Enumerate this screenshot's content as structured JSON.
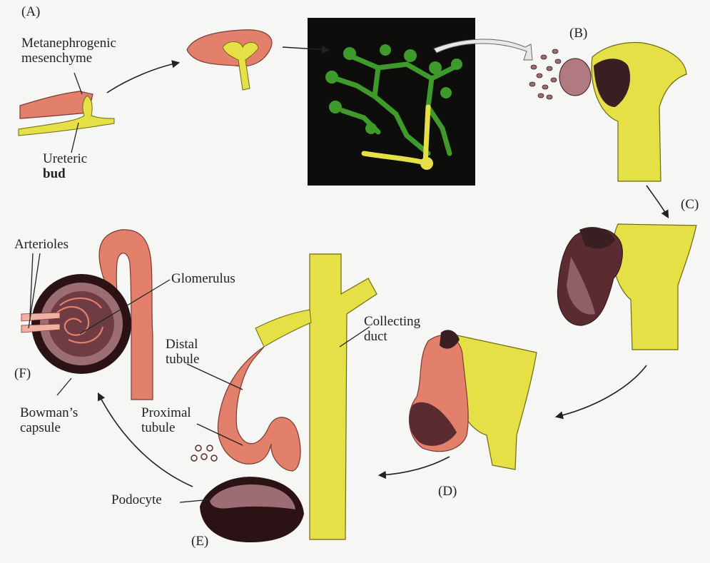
{
  "panels": {
    "a": "(A)",
    "b": "(B)",
    "c": "(C)",
    "d": "(D)",
    "e": "(E)",
    "f": "(F)"
  },
  "labels": {
    "metanephrogenic_1": "Metanephrogenic",
    "metanephrogenic_2": "mesenchyme",
    "ureteric_1": "Ureteric",
    "ureteric_2": "bud",
    "arterioles": "Arterioles",
    "glomerulus": "Glomerulus",
    "distal_1": "Distal",
    "distal_2": "tubule",
    "proximal_1": "Proximal",
    "proximal_2": "tubule",
    "collecting_1": "Collecting",
    "collecting_2": "duct",
    "bowman_1": "Bowman’s",
    "bowman_2": "capsule",
    "podocyte": "Podocyte"
  },
  "colors": {
    "mesenchyme": "#e2806c",
    "bud": "#e4e046",
    "bud_dark": "#8d8a18",
    "fluorescence": "#3f9a2c",
    "cell": "#6e3c42",
    "background": "#f6f6f4"
  }
}
